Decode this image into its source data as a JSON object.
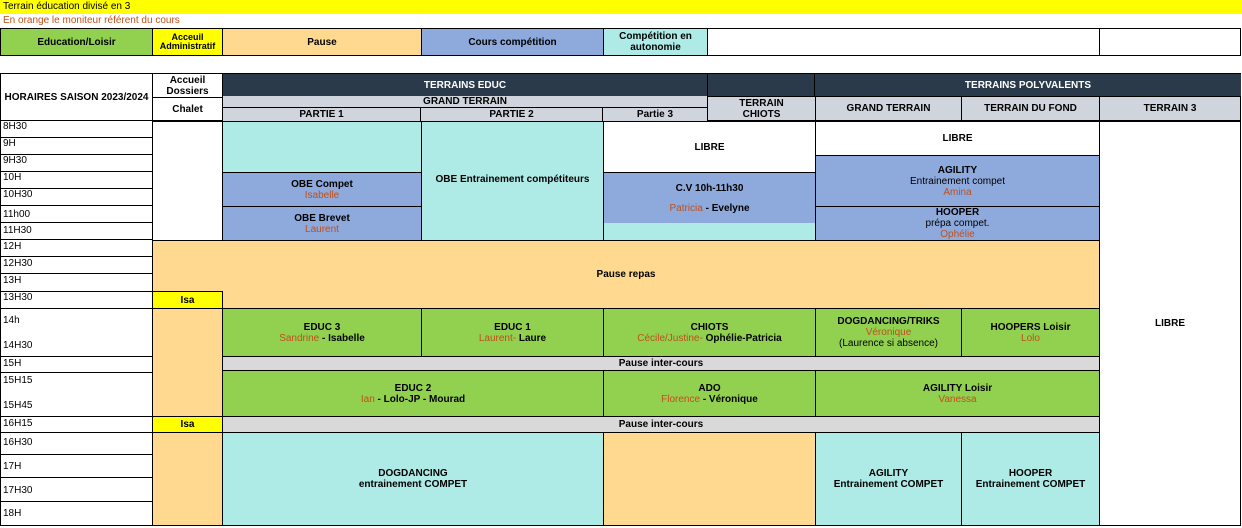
{
  "banner": {
    "title": "Terrain éducation divisé en 3",
    "note": "En orange le moniteur référent du cours"
  },
  "legend": {
    "education": "Education/Loisir",
    "accueil": "Acceuil Administratif",
    "pause": "Pause",
    "cours": "Cours compétition",
    "autonomie": "Compétition en autonomie"
  },
  "header": {
    "horaires": "HORAIRES SAISON 2023/2024",
    "accueil_dossiers": "Accueil Dossiers",
    "chalet": "Chalet",
    "terrains_educ": "TERRAINS EDUC",
    "terrains_poly": "TERRAINS POLYVALENTS",
    "grand_terrain": "GRAND TERRAIN",
    "partie1": "PARTIE 1",
    "partie2": "PARTIE 2",
    "partie3": "Partie 3",
    "terrain_chiots": "TERRAIN CHIOTS",
    "poly_grand": "GRAND TERRAIN",
    "fond": "TERRAIN DU FOND",
    "terrain3": "TERRAIN 3"
  },
  "times": [
    "8H30",
    "9H",
    "9H30",
    "10H",
    "10H30",
    "11h00",
    "11H30",
    "12H",
    "12H30",
    "13H",
    "13H30",
    "14h",
    "14H30",
    "15H",
    "15H15",
    "15H45",
    "16H15",
    "16H30",
    "17H",
    "17H30",
    "18H"
  ],
  "blocks": {
    "obe_compet": {
      "title": "OBE Compet",
      "coach": "Isabelle"
    },
    "obe_brevet": {
      "title": "OBE Brevet",
      "coach": "Laurent"
    },
    "obe_entrainement": "OBE Entrainement compétiteurs",
    "libre_p3": "LIBRE",
    "cv": {
      "title": "C.V 10h-11h30",
      "coach": "Patricia",
      "other": " - Evelyne"
    },
    "libre_poly": "LIBRE",
    "agility_compet": {
      "title": "AGILITY",
      "sub": "Entrainement compet",
      "coach": "Amina"
    },
    "hooper_prep": {
      "title": "HOOPER",
      "sub": "prépa compet.",
      "coach": "Ophélie"
    },
    "pause_repas": "Pause repas",
    "isa1": "Isa",
    "educ3": {
      "title": "EDUC 3",
      "coach": "Sandrine",
      "other": " - Isabelle"
    },
    "educ1": {
      "title": "EDUC 1",
      "coach": "Laurent-",
      "other": " Laure"
    },
    "chiots": {
      "title": "CHIOTS",
      "coach": "Cécile/Justine-",
      "other": " Ophélie-Patricia"
    },
    "dogdancing_triks": {
      "title": "DOGDANCING/TRIKS",
      "coach": "Véronique",
      "other": "(Laurence si absence)"
    },
    "hoopers_loisir": {
      "title": "HOOPERS Loisir",
      "coach": "Lolo"
    },
    "libre_t3": "LIBRE",
    "pause_inter1": "Pause inter-cours",
    "educ2": {
      "title": "EDUC 2",
      "coach": "Ian",
      "other": " - Lolo-JP - Mourad"
    },
    "ado": {
      "title": "ADO",
      "coach": "Florence",
      "other": " - Véronique"
    },
    "agility_loisir": {
      "title": "AGILITY Loisir",
      "coach": "Vanessa"
    },
    "isa2": "Isa",
    "pause_inter2": "Pause inter-cours",
    "dogdancing_compet": {
      "title": "DOGDANCING",
      "sub": "entrainement COMPET"
    },
    "agility_compet2": {
      "title": "AGILITY",
      "sub": "Entrainement COMPET"
    },
    "hooper_compet": {
      "title": "HOOPER",
      "sub": "Entrainement COMPET"
    }
  }
}
